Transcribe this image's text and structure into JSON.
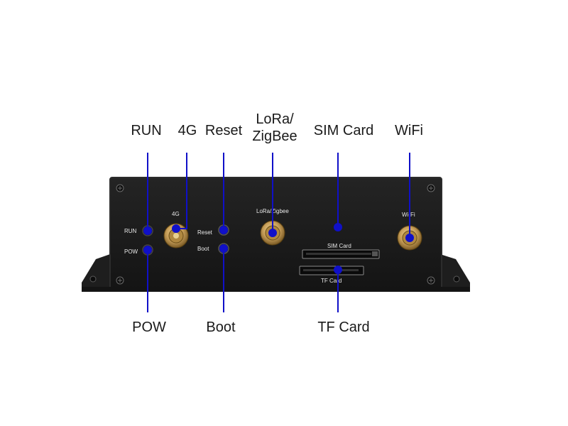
{
  "callouts_top": {
    "run": "RUN",
    "g4": "4G",
    "reset": "Reset",
    "lora_line1": "LoRa/",
    "lora_line2": "ZigBee",
    "sim": "SIM Card",
    "wifi": "WiFi"
  },
  "callouts_bottom": {
    "pow": "POW",
    "boot": "Boot",
    "tf": "TF Card"
  },
  "panel_labels": {
    "run": "RUN",
    "pow": "POW",
    "g4": "4G",
    "reset": "Reset",
    "boot": "Boot",
    "lora": "LoRa/Zigbee",
    "sim": "SIM Card",
    "tf": "TF Card",
    "wifi": "Wi-Fi"
  },
  "colors": {
    "device_body": "#1b1b1b",
    "device_edge": "#2c2c2c",
    "callout_line": "#1010c8",
    "callout_dot": "#1010c8",
    "antenna_gold": "#c9a05a",
    "pow_led": "#d01818"
  },
  "icons": [
    "screw-icon",
    "antenna-connector-icon",
    "led-indicator-icon",
    "button-icon",
    "card-slot-icon"
  ]
}
